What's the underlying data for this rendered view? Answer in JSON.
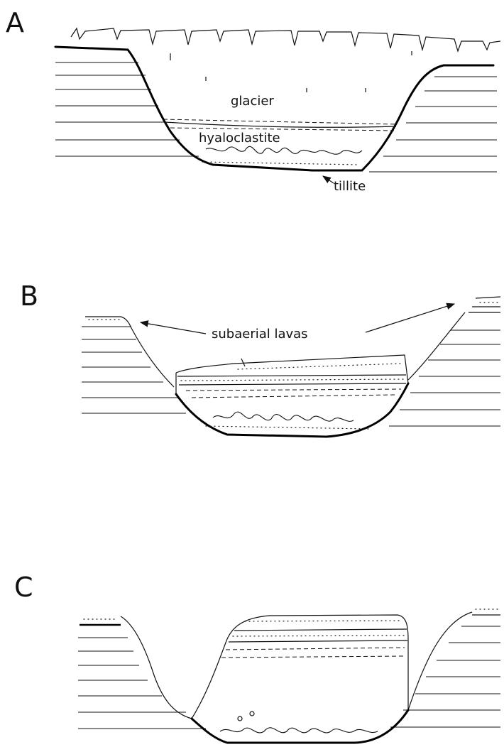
{
  "panels": [
    {
      "letter": "A",
      "labels": {
        "glacier": "glacier",
        "hyaloclastite": "hyaloclastite",
        "tillite": "tillite"
      }
    },
    {
      "letter": "B",
      "labels": {
        "subaerial_lavas": "subaerial lavas"
      }
    },
    {
      "letter": "C",
      "labels": {}
    }
  ]
}
